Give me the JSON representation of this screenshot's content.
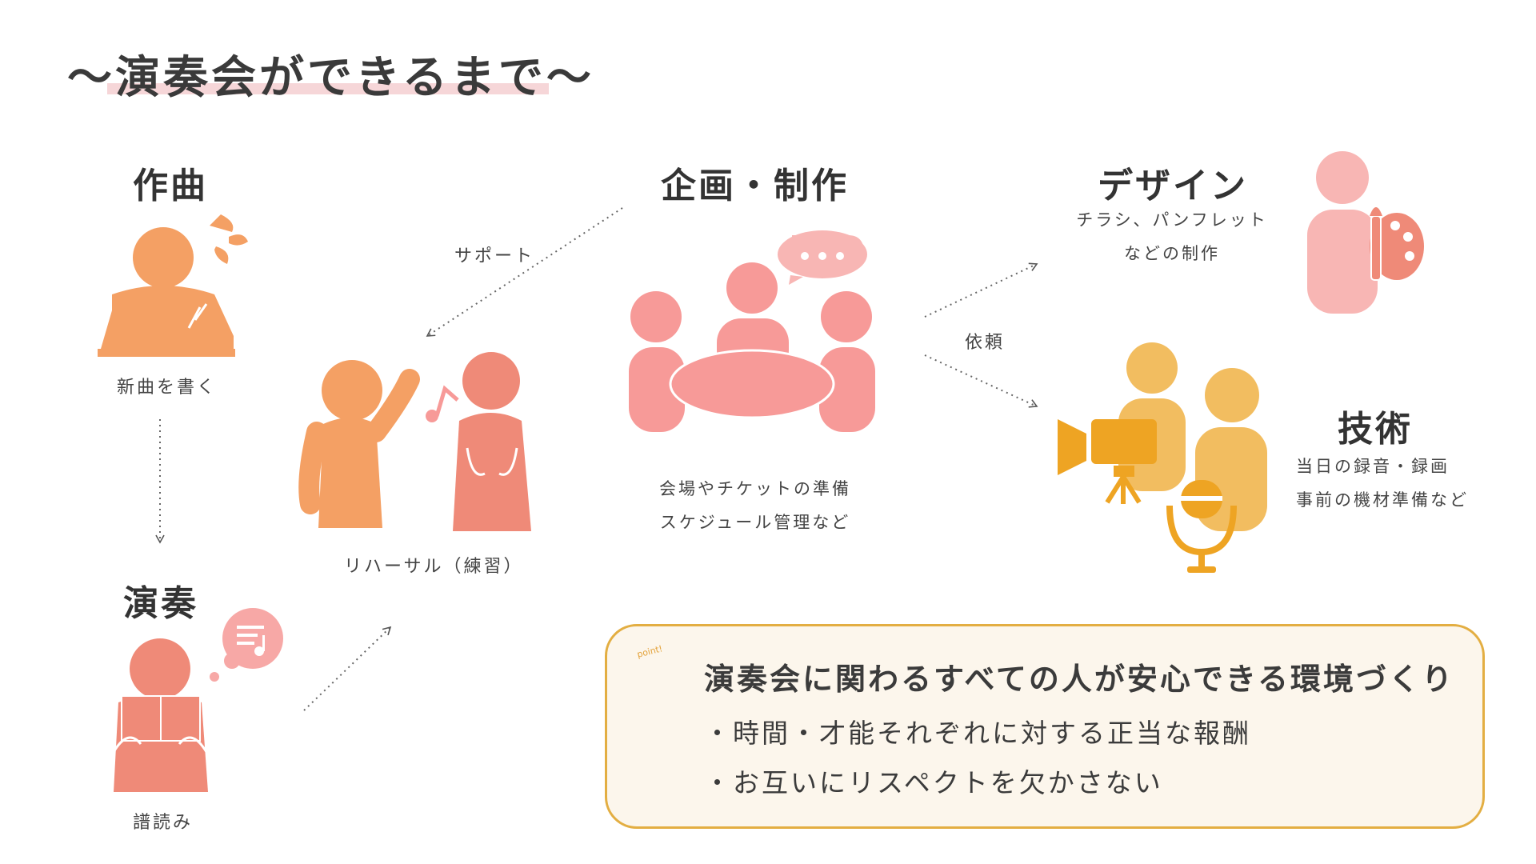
{
  "title": "〜演奏会ができるまで〜",
  "composition": {
    "heading": "作曲",
    "caption": "新曲を書く"
  },
  "performance": {
    "heading": "演奏",
    "caption": "譜読み"
  },
  "rehearsal": {
    "caption": "リハーサル（練習）"
  },
  "support_label": "サポート",
  "planning": {
    "heading": "企画・制作",
    "lines": [
      "会場やチケットの準備",
      "スケジュール管理など"
    ]
  },
  "request_label": "依頼",
  "design": {
    "heading": "デザイン",
    "lines": [
      "チラシ、パンフレット",
      "などの制作"
    ]
  },
  "technical": {
    "heading": "技術",
    "lines": [
      "当日の録音・録画",
      "事前の機材準備など"
    ]
  },
  "point": {
    "tag": "point!",
    "main": "演奏会に関わるすべての人が安心できる環境づくり",
    "bullets": [
      "・時間・才能それぞれに対する正当な報酬",
      "・お互いにリスペクトを欠かさない"
    ]
  },
  "colors": {
    "orange": "#f4a064",
    "salmon": "#ef8a78",
    "pink": "#f79a98",
    "light_pink": "#f8b6b4",
    "yellow": "#f2bd60",
    "amber": "#eea423",
    "highlight": "#f6d6d8",
    "point_border": "#e3ae42",
    "point_bg": "#fcf6ec"
  }
}
